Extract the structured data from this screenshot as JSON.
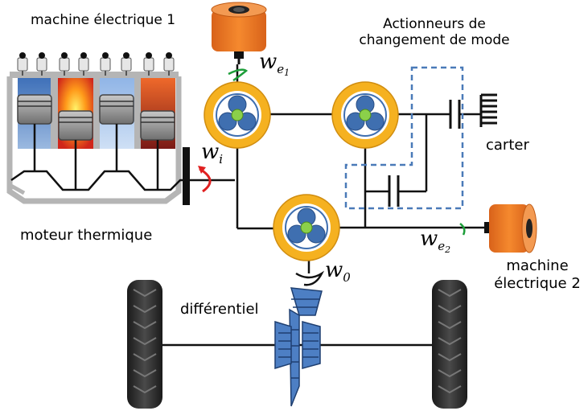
{
  "labels": {
    "me1": "machine électrique 1",
    "actionneurs_line1": "Actionneurs de",
    "actionneurs_line2": "changement de mode",
    "carter": "carter",
    "moteur": "moteur thermique",
    "me2_line1": "machine",
    "me2_line2": "électrique 2",
    "differentiel": "différentiel"
  },
  "symbols": {
    "we1": {
      "base": "w",
      "sub": "e",
      "subsub": "1"
    },
    "wi": {
      "base": "w",
      "sub": "i"
    },
    "we2": {
      "base": "w",
      "sub": "e",
      "subsub": "2"
    },
    "w0": {
      "base": "w",
      "sub": "0"
    }
  },
  "colors": {
    "ring": "#f5b120",
    "gear_blue": "#3f6fb0",
    "sun_green": "#8bd04a",
    "motor_orange": "#f07c26",
    "dashed_box": "#4a7ab8",
    "torque_red": "#e02020",
    "torque_green": "#1e9e3a",
    "diff_blue": "#4d7fc4"
  }
}
